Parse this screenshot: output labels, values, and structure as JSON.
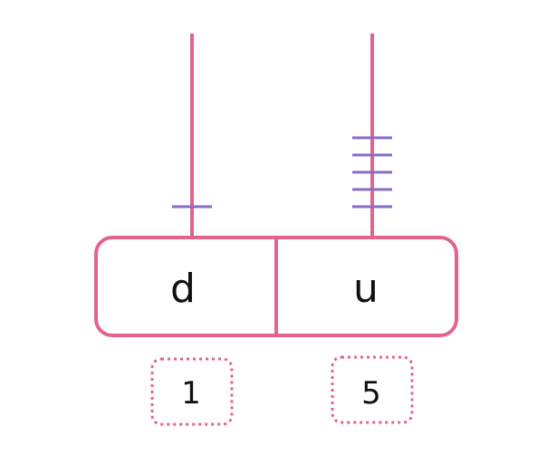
{
  "colors": {
    "frame": "#e4638a",
    "bead": "#8a6cc4",
    "text": "#111111",
    "background": "#ffffff"
  },
  "columns": [
    {
      "label": "d",
      "value": "1",
      "bead_count": 1
    },
    {
      "label": "u",
      "value": "5",
      "bead_count": 5
    }
  ]
}
